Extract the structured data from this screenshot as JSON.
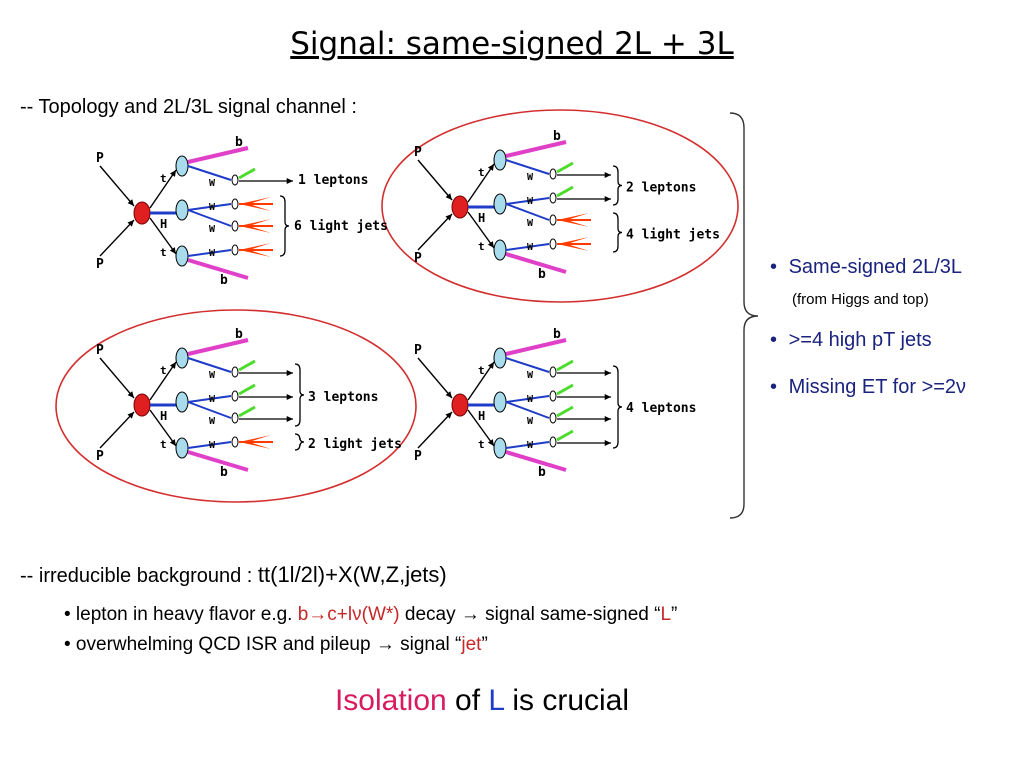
{
  "title": "Signal: same-signed 2L + 3L",
  "topology_label": "-- Topology and 2L/3L signal channel :",
  "diagrams": [
    {
      "p_top": "P",
      "p_bot": "P",
      "t_top": "t",
      "t_bot": "t",
      "h": "H",
      "w": "W",
      "b_top": "b",
      "b_bot": "b",
      "group1": "1 leptons",
      "group2": "6 light jets",
      "circled": false
    },
    {
      "p_top": "P",
      "p_bot": "P",
      "t_top": "t",
      "t_bot": "t",
      "h": "H",
      "w": "W",
      "b_top": "b",
      "b_bot": "b",
      "group1": "2 leptons",
      "group2": "4 light jets",
      "circled": true
    },
    {
      "p_top": "P",
      "p_bot": "P",
      "t_top": "t",
      "t_bot": "t",
      "h": "H",
      "w": "W",
      "b_top": "b",
      "b_bot": "b",
      "group1": "3 leptons",
      "group2": "2 light jets",
      "circled": true
    },
    {
      "p_top": "P",
      "p_bot": "P",
      "t_top": "t",
      "t_bot": "t",
      "h": "H",
      "w": "W",
      "b_top": "b",
      "b_bot": "b",
      "group1": "4 leptons",
      "group2": "",
      "circled": false
    }
  ],
  "bullets": {
    "marker": "•",
    "item1": "Same-signed 2L/3L",
    "item1_sub": "(from Higgs and top)",
    "item2": ">=4 high pT jets",
    "item3": "Missing ET for >=2ν"
  },
  "background": {
    "prefix": "-- irreducible background : ",
    "formula": "tt(1l/2l)+X(W,Z,jets)"
  },
  "note1": {
    "start": "• lepton in heavy flavor e.g. ",
    "decay": "b→c+lν(W*)",
    "middle": " decay → signal same-signed “",
    "highlight": "L",
    "end": "”"
  },
  "note2": {
    "start": "• overwhelming QCD ISR and pileup → signal “",
    "highlight": "jet",
    "end": "”"
  },
  "conclusion": {
    "part1": "Isolation",
    "part2": " of ",
    "part3": "L",
    "part4": " is crucial"
  },
  "colors": {
    "bottom_quark_line": "#e040c8",
    "higgs_line": "#1e3cc8",
    "light_jet_cone": "#ff3b00",
    "lepton_line": "#4cdc2c",
    "vertex_fill": "#e02020",
    "w_node_fill": "#a8dcec",
    "bullet_text": "#1a237e",
    "highlight_red": "#c62828",
    "conclusion_pink": "#d81b60",
    "conclusion_blue": "#1e3cc8",
    "circle_outline": "#d32f2f"
  }
}
